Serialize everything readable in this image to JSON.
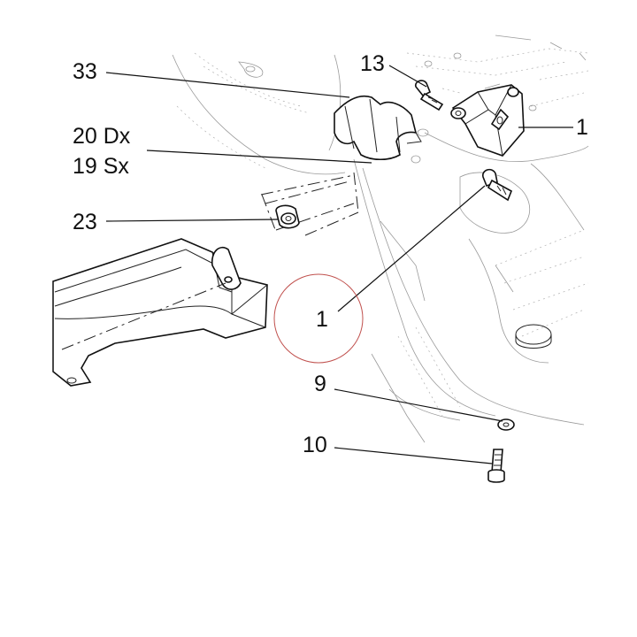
{
  "diagram": {
    "callouts": [
      {
        "id": "c33",
        "text": "33"
      },
      {
        "id": "c13",
        "text": "13"
      },
      {
        "id": "c1-top",
        "text": "1"
      },
      {
        "id": "c20",
        "text": "20 Dx"
      },
      {
        "id": "c19",
        "text": "19 Sx"
      },
      {
        "id": "c23",
        "text": "23"
      },
      {
        "id": "c1-circle",
        "text": "1"
      },
      {
        "id": "c9",
        "text": "9"
      },
      {
        "id": "c10",
        "text": "10"
      }
    ],
    "colors": {
      "line": "#111111",
      "highlight_circle": "#c0504d",
      "background": "#ffffff"
    }
  }
}
